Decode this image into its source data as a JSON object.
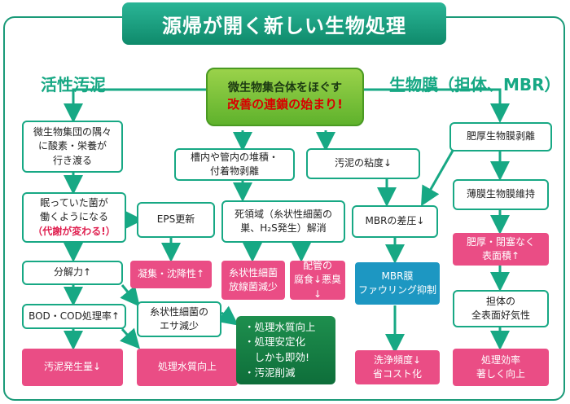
{
  "title": "源帰が開く新しい生物処理",
  "sections": {
    "left": "活性汚泥",
    "right": "生物膜（担体、MBR）"
  },
  "center": {
    "line1": "微生物集合体をほぐす",
    "line2": "改善の連鎖の始まり!"
  },
  "left": {
    "oxygen": [
      "微生物集団の隅々",
      "に酸素・栄養が",
      "行き渡る"
    ],
    "wake": [
      "眠っていた菌が",
      "働くようになる"
    ],
    "wake_note": "（代謝が変わる!）",
    "decomp": "分解力↑",
    "bod": "BOD・COD処理率↑",
    "sludge_gen": "汚泥発生量↓",
    "water_quality": "処理水質向上",
    "filament_feed": [
      "糸状性細菌の",
      "エサ減少"
    ]
  },
  "middle": {
    "eps": "EPS更新",
    "settle": "凝集・沈降性↑",
    "deposit": [
      "槽内や管内の堆積・",
      "付着物剥離"
    ],
    "deadzone": [
      "死領域（糸状性細菌の",
      "巣、H₂S発生）解消"
    ],
    "filament_reduce": [
      "糸状性細菌",
      "放線菌減少"
    ],
    "pipe": [
      "配管の",
      "腐食↓悪臭↓"
    ],
    "results": [
      "・処理水質向上",
      "・処理安定化",
      "　しかも即効!",
      "・汚泥削減"
    ]
  },
  "right": {
    "viscosity": "汚泥の粘度↓",
    "mbr_pressure": "MBRの差圧↓",
    "fouling": [
      "MBR膜",
      "ファウリング抑制"
    ],
    "wash": [
      "洗浄頻度↓",
      "省コスト化"
    ],
    "thick_peel": "肥厚生物膜剥離",
    "thin_keep": "薄膜生物膜維持",
    "surface": [
      "肥厚・閉塞なく",
      "表面積↑"
    ],
    "aerobic": [
      "担体の",
      "全表面好気性"
    ],
    "efficiency": [
      "処理効率",
      "著しく向上"
    ]
  },
  "colors": {
    "teal": "#17a884",
    "pink": "#ea4d85",
    "blue": "#1d97c2",
    "green": "#0e6e3a",
    "lime": "#7cc23a"
  }
}
